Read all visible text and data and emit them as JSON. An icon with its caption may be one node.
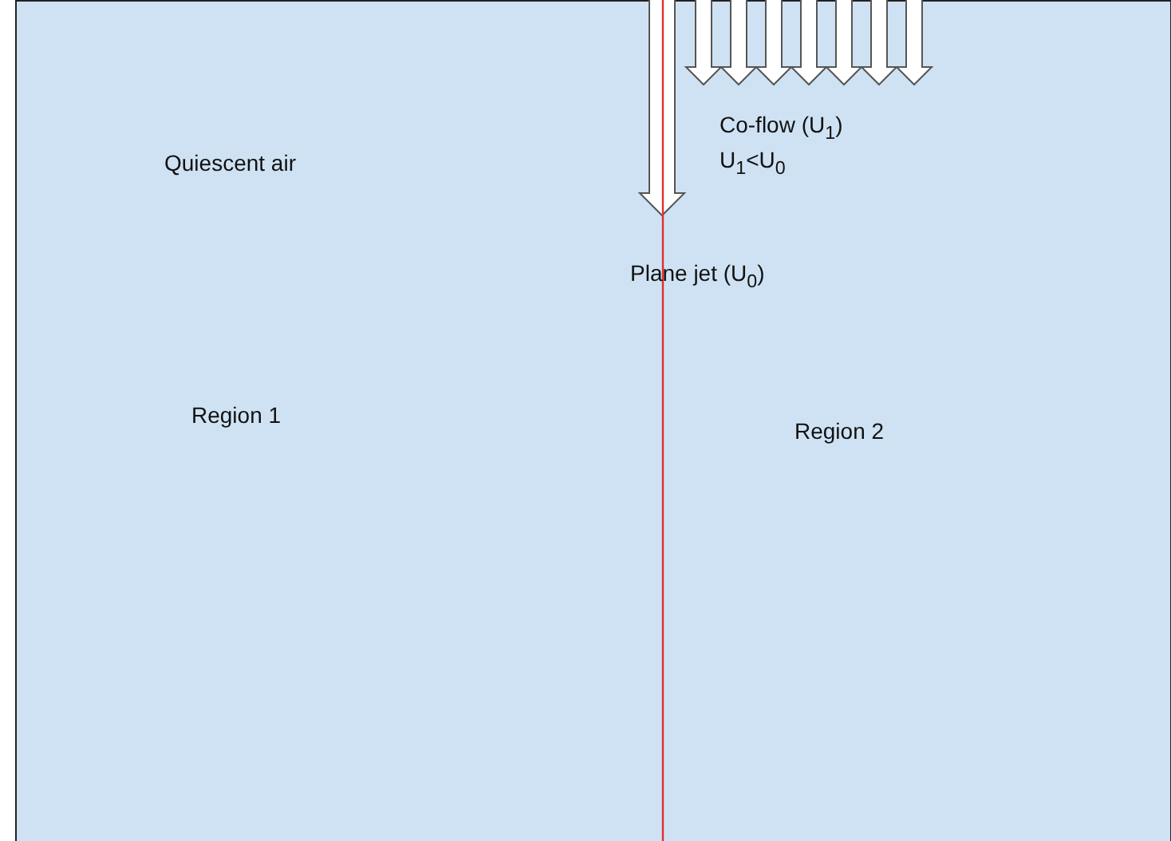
{
  "diagram": {
    "labels": [
      "Co-flow (U$_{1}$)",
      "U$_{1}$<U$_{0}$",
      "Quiescent air",
      "Plane jet (U$_{0}$)",
      "Region 1",
      "Region 2"
    ]
  }
}
